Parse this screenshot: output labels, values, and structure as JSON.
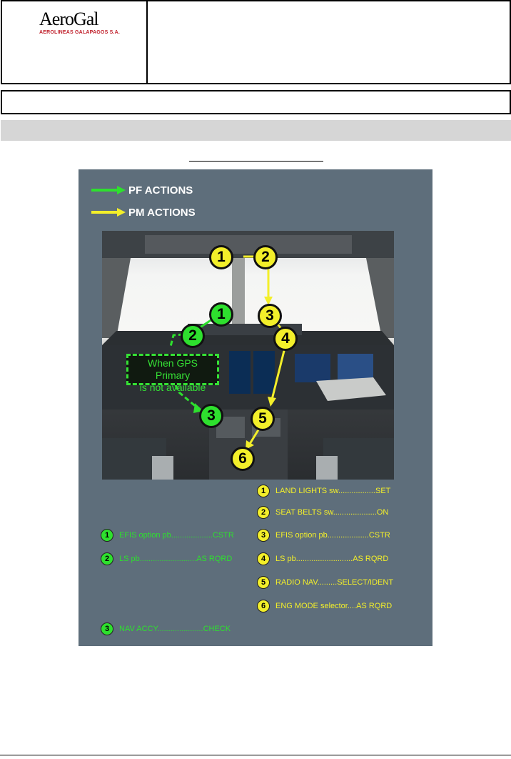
{
  "header": {
    "logo_word": "AeroGal",
    "logo_sub": "AEROLINEAS GALAPAGOS S.A.",
    "right_text": "",
    "row2_text": "",
    "band_text": ""
  },
  "legend": {
    "pf_label": "PF ACTIONS",
    "pm_label": "PM ACTIONS",
    "pf_color": "#2ee02e",
    "pm_color": "#f3ef2a"
  },
  "photo_labels": {
    "gps_note_line1": "When GPS Primary",
    "gps_note_line2": "is not available"
  },
  "pm_items": [
    {
      "num": "1",
      "text": "LAND LIGHTS sw.................SET"
    },
    {
      "num": "2",
      "text": "SEAT BELTS sw....................ON"
    },
    {
      "num": "3",
      "text": "EFIS option pb...................CSTR"
    },
    {
      "num": "4",
      "text": "LS pb..........................AS RQRD"
    },
    {
      "num": "5",
      "text": "RADIO NAV.........SELECT/IDENT"
    },
    {
      "num": "6",
      "text": "ENG MODE selector....AS RQRD"
    }
  ],
  "pf_items": [
    {
      "num": "1",
      "text": "EFIS option pb...................CSTR"
    },
    {
      "num": "2",
      "text": "LS pb..........................AS RQRD"
    },
    {
      "num": "3",
      "text": "NAV ACCY.....................CHECK"
    }
  ],
  "photo_markers": {
    "yellow": [
      "1",
      "2",
      "3",
      "4",
      "5",
      "6"
    ],
    "green": [
      "1",
      "2",
      "3"
    ]
  }
}
